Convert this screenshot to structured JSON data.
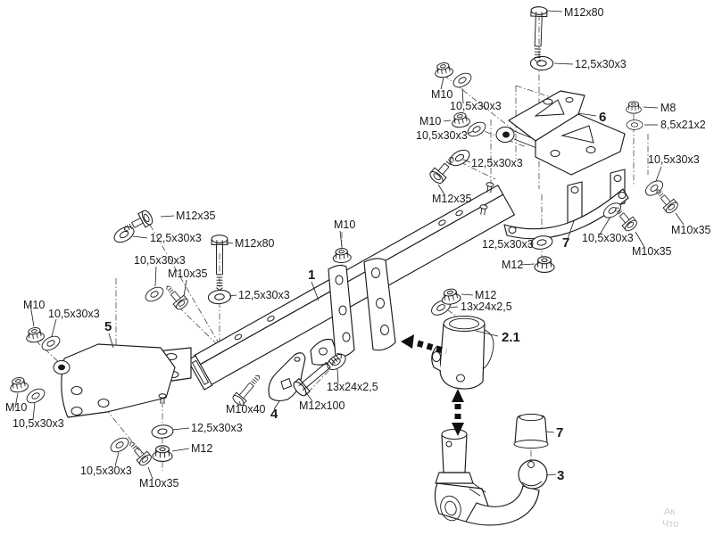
{
  "diagram": {
    "type": "exploded-assembly-drawing",
    "subject": "detachable towbar hitch kit",
    "background": "#ffffff",
    "line_color": "#1a1a1a"
  },
  "part_labels": [
    {
      "label": "1"
    },
    {
      "label": "2.1"
    },
    {
      "label": "3"
    },
    {
      "label": "4"
    },
    {
      "label": "5"
    },
    {
      "label": "6"
    },
    {
      "label": "7"
    },
    {
      "label": "7"
    }
  ],
  "fastener_labels": [
    {
      "label": "M12x80"
    },
    {
      "label": "12,5x30x3"
    },
    {
      "label": "M10"
    },
    {
      "label": "10,5x30x3"
    },
    {
      "label": "M10"
    },
    {
      "label": "10,5x30x3"
    },
    {
      "label": "M8"
    },
    {
      "label": "8,5x21x2"
    },
    {
      "label": "12,5x30x3"
    },
    {
      "label": "M12x35"
    },
    {
      "label": "10,5x30x3"
    },
    {
      "label": "M10x35"
    },
    {
      "label": "10,5x30x3"
    },
    {
      "label": "M10x35"
    },
    {
      "label": "12,5x30x3"
    },
    {
      "label": "M12"
    },
    {
      "label": "M12x35"
    },
    {
      "label": "12,5x30x3"
    },
    {
      "label": "10,5x30x3"
    },
    {
      "label": "M10x35"
    },
    {
      "label": "M10"
    },
    {
      "label": "10,5x30x3"
    },
    {
      "label": "M12x80"
    },
    {
      "label": "12,5x30x3"
    },
    {
      "label": "M10"
    },
    {
      "label": "M10"
    },
    {
      "label": "10,5x30x3"
    },
    {
      "label": "10,5x30x3"
    },
    {
      "label": "M10x35"
    },
    {
      "label": "12,5x30x3"
    },
    {
      "label": "M12"
    },
    {
      "label": "M10x40"
    },
    {
      "label": "M12x100"
    },
    {
      "label": "13x24x2,5"
    },
    {
      "label": "M12"
    },
    {
      "label": "13x24x2,5"
    }
  ],
  "icons": {
    "direction_arrow": "dashed-arrow-left",
    "swap_arrow": "dashed-arrow-vertical"
  },
  "watermark": {
    "line1": "Ак",
    "line2": "Что"
  }
}
